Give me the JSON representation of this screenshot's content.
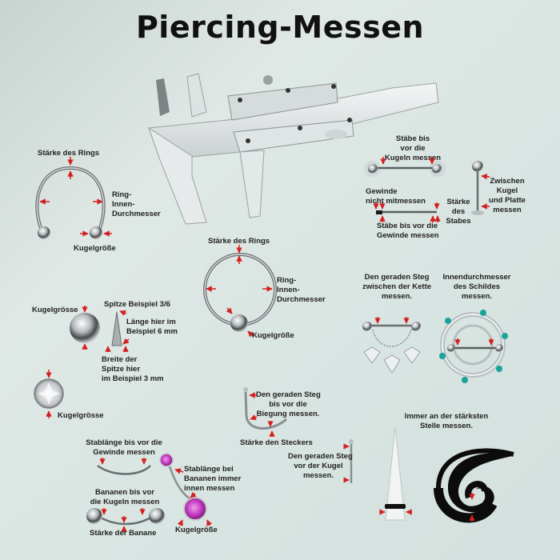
{
  "title": "Piercing-Messen",
  "colors": {
    "arrow": "#d42020",
    "metal": "#a8adb0",
    "metal_dark": "#55595c",
    "gem_pink": "#c23ac0",
    "gem_teal": "#1aa39a",
    "black": "#0c0c0c",
    "background": "#d9e5e2"
  },
  "sections": {
    "horseshoe": {
      "label_thickness": "Stärke des Rings",
      "label_diameter_1": "Ring-",
      "label_diameter_2": "Innen-",
      "label_diameter_3": "Durchmesser",
      "label_ball": "Kugelgröße"
    },
    "bcr_ring": {
      "label_thickness": "Stärke des Rings",
      "label_diameter_1": "Ring-",
      "label_diameter_2": "Innen-",
      "label_diameter_3": "Durchmesser",
      "label_ball": "Kugelgröße"
    },
    "barbells": {
      "label_top_1": "Stäbe bis",
      "label_top_2": "vor die",
      "label_top_3": "Kugeln messen",
      "label_thread_1": "Gewinde",
      "label_thread_2": "nicht mitmessen",
      "label_thickness_1": "Stärke",
      "label_thickness_2": "des",
      "label_thickness_3": "Stabes",
      "label_bottom_1": "Stäbe bis vor die",
      "label_bottom_2": "Gewinde messen",
      "label_labret_1": "Zwischen",
      "label_labret_2": "Kugel",
      "label_labret_3": "und Platte",
      "label_labret_4": "messen"
    },
    "balls_spikes": {
      "label_ball": "Kugelgrösse",
      "label_spike_title": "Spitze Beispiel 3/6",
      "label_length_1": "Länge hier im",
      "label_length_2": "Beispiel 6 mm",
      "label_width_1": "Breite der",
      "label_width_2": "Spitze hier",
      "label_width_3": "im Beispiel 3 mm",
      "label_gem_ball": "Kugelgrösse"
    },
    "nipple": {
      "label_chain_1": "Den geraden Steg",
      "label_chain_2": "zwischen der Kette",
      "label_chain_3": "messen.",
      "label_shield_1": "Innendurchmesser",
      "label_shield_2": "des Schildes",
      "label_shield_3": "messen."
    },
    "nose": {
      "label_curve_1": "Den geraden Steg",
      "label_curve_2": "bis vor die",
      "label_curve_3": "Biegung messen.",
      "label_thickness": "Stärke den Steckers",
      "label_stud_1": "Den geraden Steg",
      "label_stud_2": "vor der Kugel",
      "label_stud_3": "messen."
    },
    "bananas": {
      "label_thread_1": "Stablänge bis vor die",
      "label_thread_2": "Gewinde messen",
      "label_balls_1": "Bananen bis vor",
      "label_balls_2": "die Kugeln messen",
      "label_thickness": "Stärke der Banane",
      "label_inner_1": "Stablänge bei",
      "label_inner_2": "Bananen immer",
      "label_inner_3": "innen messen",
      "label_ball": "Kugelgröße"
    },
    "stretchers": {
      "label_1": "Immer an der stärksten",
      "label_2": "Stelle messen."
    }
  }
}
